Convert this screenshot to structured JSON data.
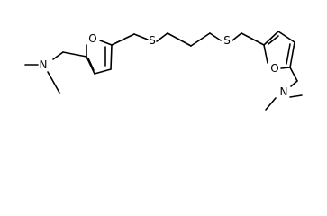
{
  "molecule": {
    "atoms": {
      "n_left": "N",
      "o_left": "O",
      "s_left": "S",
      "s_right": "S",
      "o_right": "O",
      "n_right": "N"
    }
  },
  "colors": {
    "bond": "#000000",
    "label": "#000000",
    "background": "#ffffff"
  }
}
